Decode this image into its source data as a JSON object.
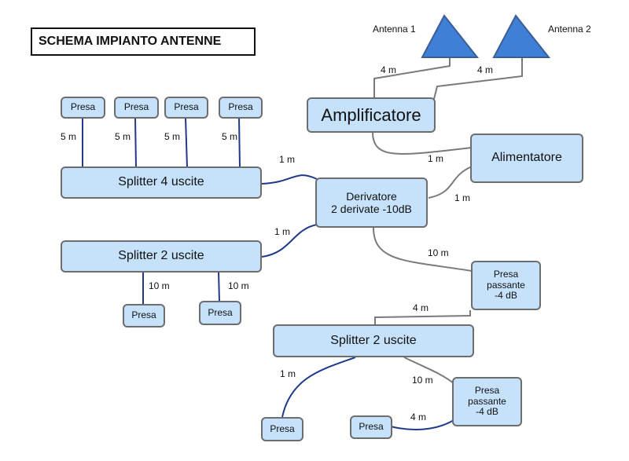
{
  "title": "SCHEMA IMPIANTO ANTENNE",
  "antennas": {
    "antenna1": "Antenna 1",
    "antenna2": "Antenna 2"
  },
  "colors": {
    "box_fill": "#c6e2fb",
    "box_border": "#6d6d6d",
    "antenna_fill": "#3f7fd6",
    "coax_blue": "#1f3a8a",
    "wire_gray": "#7a7a7a"
  },
  "icons": [
    "antenna-triangle-icon",
    "antenna-triangle-icon"
  ],
  "nodes": {
    "amplificatore": "Amplificatore",
    "alimentatore": "Alimentatore",
    "derivatore": "Derivatore\n2 derivate -10dB",
    "splitter4": "Splitter 4 uscite",
    "splitter2_left": "Splitter 2 uscite",
    "splitter2_bottom": "Splitter 2 uscite",
    "presa_passante_1": "Presa\npassante\n-4 dB",
    "presa_passante_2": "Presa\npassante\n-4 dB",
    "presa": "Presa"
  },
  "lengths": {
    "ant1_amp": "4 m",
    "ant2_amp": "4 m",
    "s4_p1": "5 m",
    "s4_p2": "5 m",
    "s4_p3": "5 m",
    "s4_p4": "5 m",
    "amp_alim": "1 m",
    "alim_der": "1 m",
    "der_s4": "1 m",
    "der_s2": "1 m",
    "s2_p1": "10 m",
    "s2_p2": "10 m",
    "der_pp1": "10 m",
    "pp1_s2b": "4 m",
    "s2b_presa": "1 m",
    "s2b_pp2": "10 m",
    "pp2_presa": "4 m"
  }
}
